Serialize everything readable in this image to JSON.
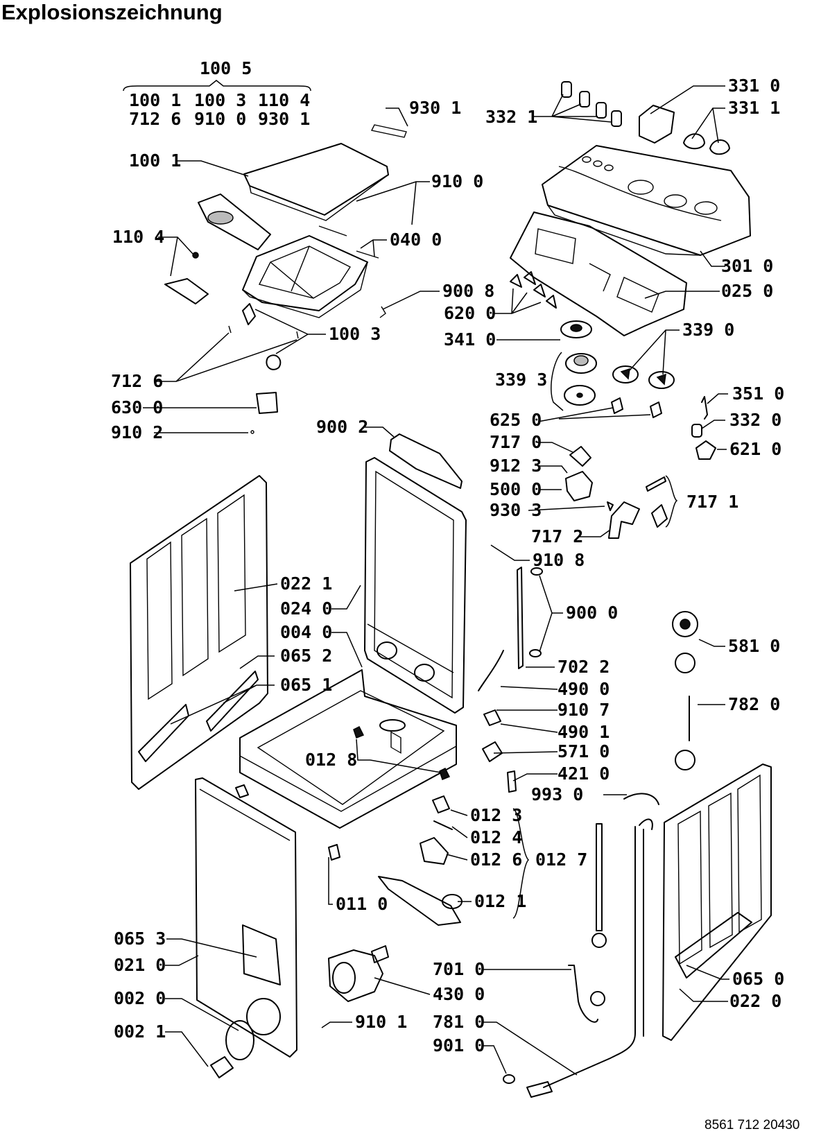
{
  "title": "Explosionszeichnung",
  "document_number": "8561 712 20430",
  "callouts": {
    "c1005": "100 5",
    "c1001a": "100 1",
    "c1003a": "100 3",
    "c1104a": "110 4",
    "c7126a": "712 6",
    "c9100a": "910 0",
    "c9301a": "930 1",
    "c9301b": "930 1",
    "c3321a": "332 1",
    "c3310": "331 0",
    "c3311": "331 1",
    "c1001b": "100 1",
    "c9100b": "910 0",
    "c1104b": "110 4",
    "c0400": "040 0",
    "c3010": "301 0",
    "c9008": "900 8",
    "c0250": "025 0",
    "c6200": "620 0",
    "c1003b": "100 3",
    "c3410": "341 0",
    "c3390": "339 0",
    "c7126b": "712 6",
    "c3393": "339 3",
    "c6300": "630 0",
    "c3510": "351 0",
    "c6250": "625 0",
    "c3320": "332 0",
    "c9102": "910 2",
    "c9002": "900 2",
    "c7170": "717 0",
    "c6210": "621 0",
    "c9123": "912 3",
    "c5000": "500 0",
    "c7171": "717 1",
    "c9303": "930 3",
    "c7172": "717 2",
    "c9108": "910 8",
    "c0221a": "022 1",
    "c0240": "024 0",
    "c9000": "900 0",
    "c0040": "004 0",
    "c5810": "581 0",
    "c0652": "065 2",
    "c7022": "702 2",
    "c0651": "065 1",
    "c4900": "490 0",
    "c9107": "910 7",
    "c7820": "782 0",
    "c4901": "490 1",
    "c0128": "012 8",
    "c5710": "571 0",
    "c4210": "421 0",
    "c9930": "993 0",
    "c0123": "012 3",
    "c0124": "012 4",
    "c0126": "012 6",
    "c0127": "012 7",
    "c0110": "011 0",
    "c0121": "012 1",
    "c0653": "065 3",
    "c0210": "021 0",
    "c7010": "701 0",
    "c4300": "430 0",
    "c0650": "065 0",
    "c0220": "022 0",
    "c0020": "002 0",
    "c9101": "910 1",
    "c7810": "781 0",
    "c0021": "002 1",
    "c9010": "901 0"
  }
}
